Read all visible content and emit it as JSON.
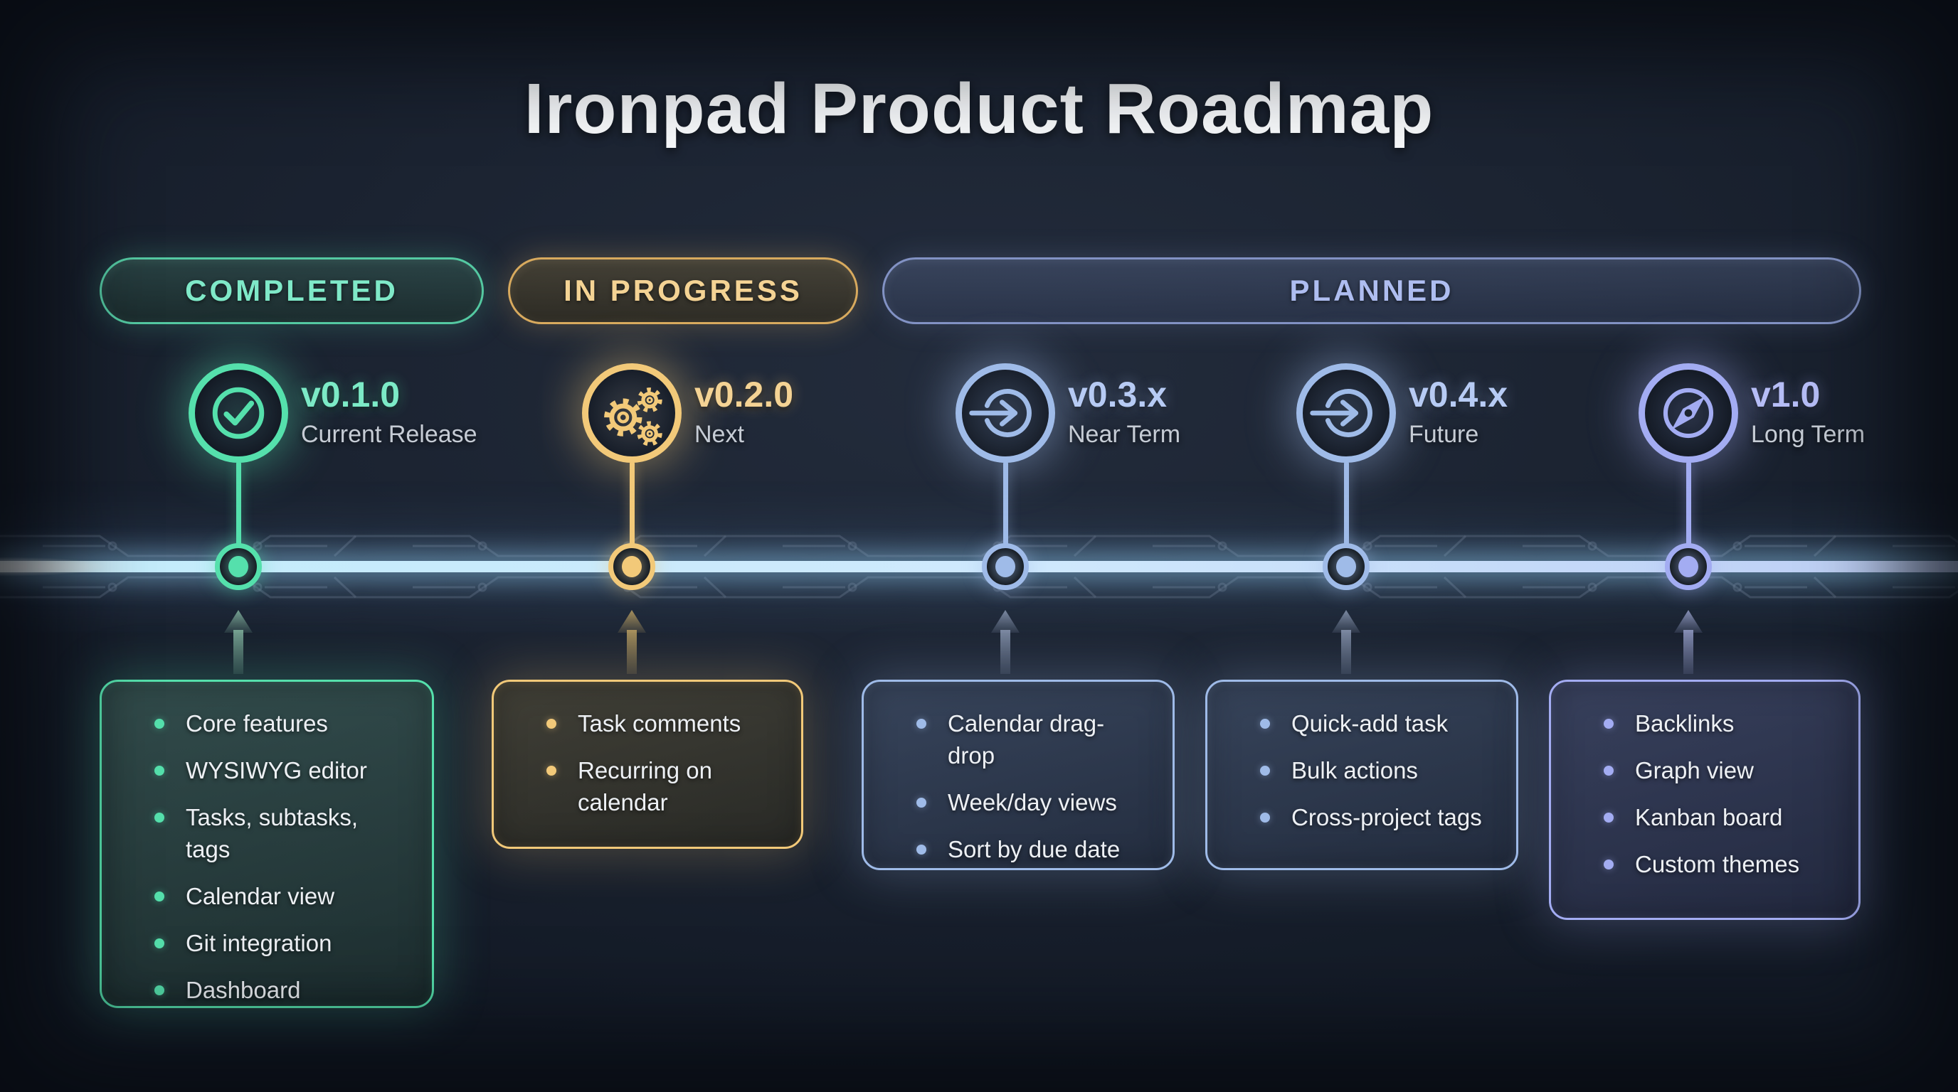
{
  "title": "Ironpad Product Roadmap",
  "banners": [
    {
      "label": "COMPLETED",
      "color": "#7fe9c8"
    },
    {
      "label": "IN PROGRESS",
      "color": "#f4d394"
    },
    {
      "label": "PLANNED",
      "color": "#aebdf0"
    }
  ],
  "milestones": [
    {
      "version": "v0.1.0",
      "timeframe": "Current Release",
      "status": "completed",
      "accent": "#55e0ac",
      "icon": "check-circle",
      "features": [
        "Core features",
        "WYSIWYG editor",
        "Tasks, subtasks, tags",
        "Calendar view",
        "Git integration",
        "Dashboard"
      ]
    },
    {
      "version": "v0.2.0",
      "timeframe": "Next",
      "status": "in-progress",
      "accent": "#f2c979",
      "icon": "gears",
      "features": [
        "Task comments",
        "Recurring on calendar"
      ]
    },
    {
      "version": "v0.3.x",
      "timeframe": "Near Term",
      "status": "planned",
      "accent": "#9fbbe8",
      "icon": "arrow-circle",
      "features": [
        "Calendar drag-drop",
        "Week/day views",
        "Sort by due date"
      ]
    },
    {
      "version": "v0.4.x",
      "timeframe": "Future",
      "status": "planned",
      "accent": "#9fbbe8",
      "icon": "arrow-circle",
      "features": [
        "Quick-add task",
        "Bulk actions",
        "Cross-project tags"
      ]
    },
    {
      "version": "v1.0",
      "timeframe": "Long Term",
      "status": "planned",
      "accent": "#a3acf2",
      "icon": "compass",
      "features": [
        "Backlinks",
        "Graph view",
        "Kanban board",
        "Custom themes"
      ]
    }
  ]
}
